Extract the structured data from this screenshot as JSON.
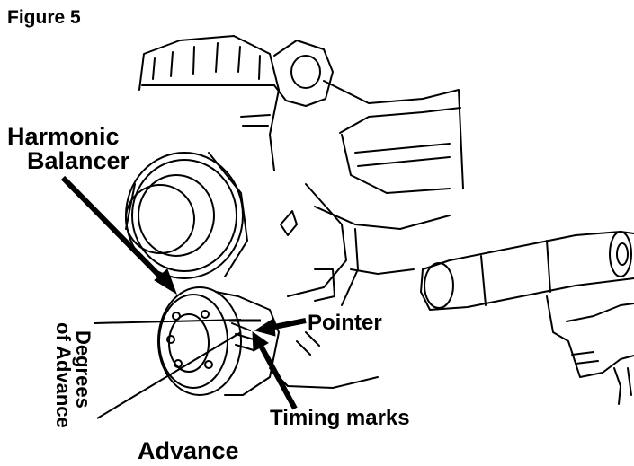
{
  "figure": {
    "title": "Figure 5",
    "labels": {
      "harmonic_balancer_line1": "Harmonic",
      "harmonic_balancer_line2": "Balancer",
      "pointer": "Pointer",
      "timing_marks": "Timing marks",
      "advance": "Advance",
      "degrees_line1": "Degrees",
      "degrees_line2": "of Advance"
    },
    "parts": [
      "engine-block-illustration",
      "pulley",
      "harmonic-balancer",
      "timing-light"
    ],
    "colors": {
      "ink": "#000000",
      "background": "#ffffff"
    }
  }
}
